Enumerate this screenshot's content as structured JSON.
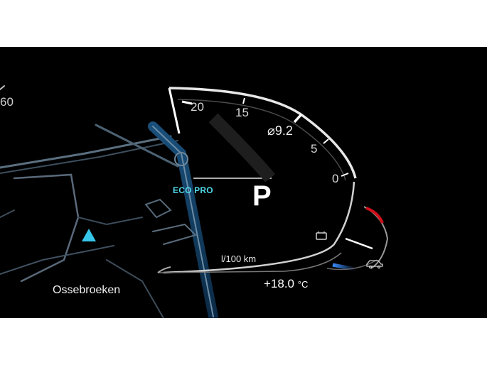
{
  "cluster": {
    "speed_fragment": "60",
    "drive_mode": "ECO PRO",
    "gear": "P",
    "consumption_avg": "⌀9.2",
    "consumption_unit": "l/100 km",
    "scale_ticks": [
      "20",
      "15",
      "5",
      "0"
    ],
    "outside_temperature": "+18.0",
    "temperature_unit": "°C",
    "location": "Ossebroeken"
  },
  "icons": {
    "nav_arrow": "navigation-arrow-icon",
    "battery": "battery-icon",
    "car": "car-icon"
  },
  "colors": {
    "eco_accent": "#4fd6e8",
    "nav_arrow": "#35c6ea",
    "warning_red": "#d0101a",
    "cold_blue": "#3a8cff"
  }
}
